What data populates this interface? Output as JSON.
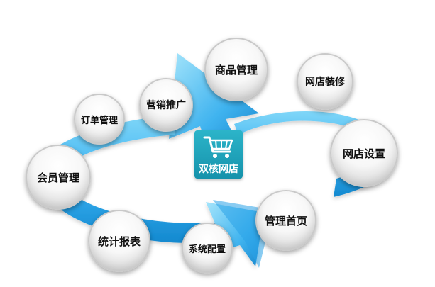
{
  "logo": {
    "label": "双核网店",
    "icon": "shopping-cart-icon",
    "color": "#1a9fb7"
  },
  "colors": {
    "arrow_light": "#6fd0f7",
    "arrow_dark": "#1493d6"
  },
  "nodes": [
    {
      "key": "products",
      "label": "商品管理"
    },
    {
      "key": "store-decor",
      "label": "网店装修"
    },
    {
      "key": "store-settings",
      "label": "网店设置"
    },
    {
      "key": "home",
      "label": "管理首页"
    },
    {
      "key": "system-config",
      "label": "系统配置"
    },
    {
      "key": "statistics",
      "label": "统计报表"
    },
    {
      "key": "members",
      "label": "会员管理"
    },
    {
      "key": "orders",
      "label": "订单管理"
    },
    {
      "key": "marketing",
      "label": "营销推广"
    }
  ]
}
